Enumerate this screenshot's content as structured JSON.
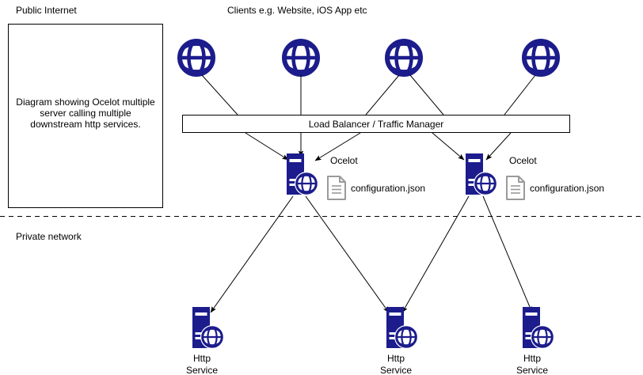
{
  "diagram": {
    "title": "Ocelot multiple server calling multiple downstream http services",
    "zones": {
      "public_label": "Public Internet",
      "private_label": "Private network",
      "divider": "dashed-horizontal-line"
    },
    "note_box": {
      "text": "Diagram showing Ocelot multiple server calling multiple downstream http services."
    },
    "clients": {
      "heading": "Clients e.g. Website, iOS App etc",
      "icon": "globe-icon",
      "count": 4,
      "nodes": [
        {
          "id": "client-1",
          "icon": "globe-icon"
        },
        {
          "id": "client-2",
          "icon": "globe-icon"
        },
        {
          "id": "client-3",
          "icon": "globe-icon"
        },
        {
          "id": "client-4",
          "icon": "globe-icon"
        }
      ]
    },
    "load_balancer": {
      "label": "Load Balancer / Traffic Manager",
      "shape": "rectangle"
    },
    "gateways": [
      {
        "id": "ocelot-1",
        "label": "Ocelot",
        "icon": "server-globe-icon",
        "config": {
          "label": "configuration.json",
          "icon": "document-icon"
        }
      },
      {
        "id": "ocelot-2",
        "label": "Ocelot",
        "icon": "server-globe-icon",
        "config": {
          "label": "configuration.json",
          "icon": "document-icon"
        }
      }
    ],
    "services": [
      {
        "id": "http-service-1",
        "line1": "Http",
        "line2": "Service",
        "icon": "server-globe-icon"
      },
      {
        "id": "http-service-2",
        "line1": "Http",
        "line2": "Service",
        "icon": "server-globe-icon"
      },
      {
        "id": "http-service-3",
        "line1": "Http",
        "line2": "Service",
        "icon": "server-globe-icon"
      }
    ],
    "colors": {
      "node_blue": "#1c1c8c",
      "stroke_black": "#000000",
      "doc_gray": "#9a9a9a",
      "background": "#ffffff"
    },
    "edges": {
      "clients_to_lb": 4,
      "lb_to_ocelot": 5,
      "ocelot_to_services": 4
    }
  }
}
